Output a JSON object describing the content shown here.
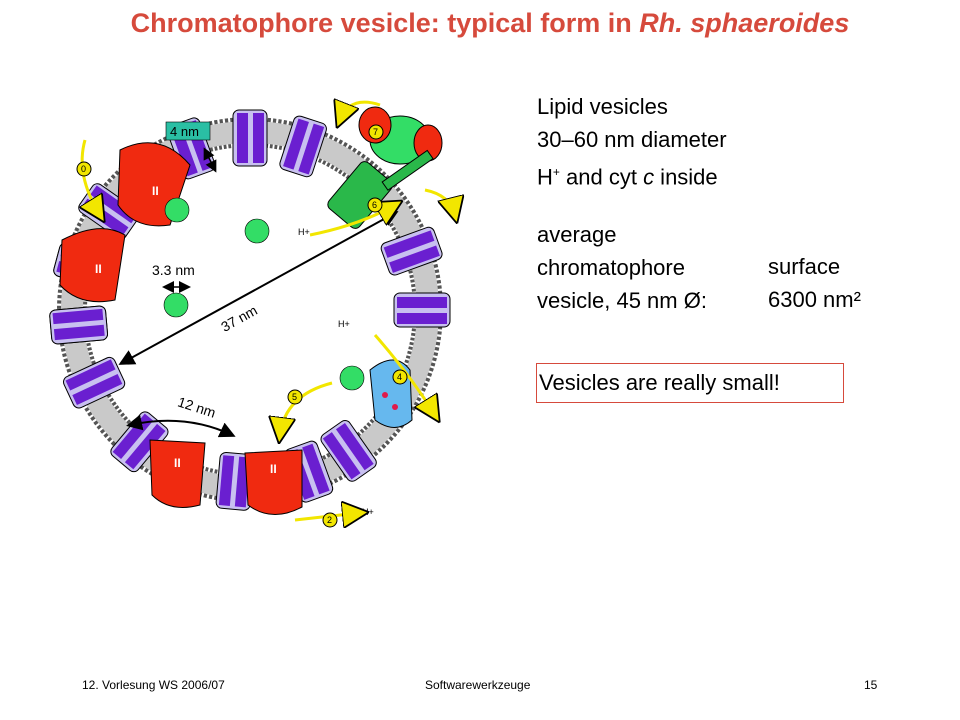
{
  "slide": {
    "title_main": "Chromatophore vesicle: typical form in ",
    "title_species": "Rh. sphaeroides",
    "info": {
      "line1": "Lipid vesicles",
      "line2": "30–60 nm diameter",
      "line3_a": "H",
      "line3_sup": "+",
      "line3_b": " and cyt ",
      "line3_c": "c",
      "line3_d": " inside"
    },
    "average": {
      "line1": "average",
      "line2": "chromatophore",
      "line3": "vesicle, 45 nm Ø:"
    },
    "surface": {
      "line1": "surface",
      "line2": "6300 nm²"
    },
    "callout": "Vesicles are really small!",
    "footer": {
      "left": "12. Vorlesung WS 2006/07",
      "center": "Softwarewerkzeuge",
      "right": "15"
    }
  },
  "diagram": {
    "labels": {
      "membrane": "4 nm",
      "cytc": "3.3 nm",
      "diameter": "37 nm",
      "dimer": "12 nm",
      "proton": "H+"
    },
    "steps": [
      "0",
      "2",
      "4",
      "5",
      "6",
      "7"
    ],
    "marks": [
      "II"
    ],
    "colors": {
      "title": "#d64a3c",
      "lh_purple": "#6a1fd0",
      "lh_light": "#c8c0f0",
      "rc_red": "#f02a10",
      "cytc_green": "#33dd66",
      "atpase_green": "#2ab84a",
      "bc1_blue": "#66b8ee",
      "arrow_yellow": "#f2e600"
    }
  }
}
